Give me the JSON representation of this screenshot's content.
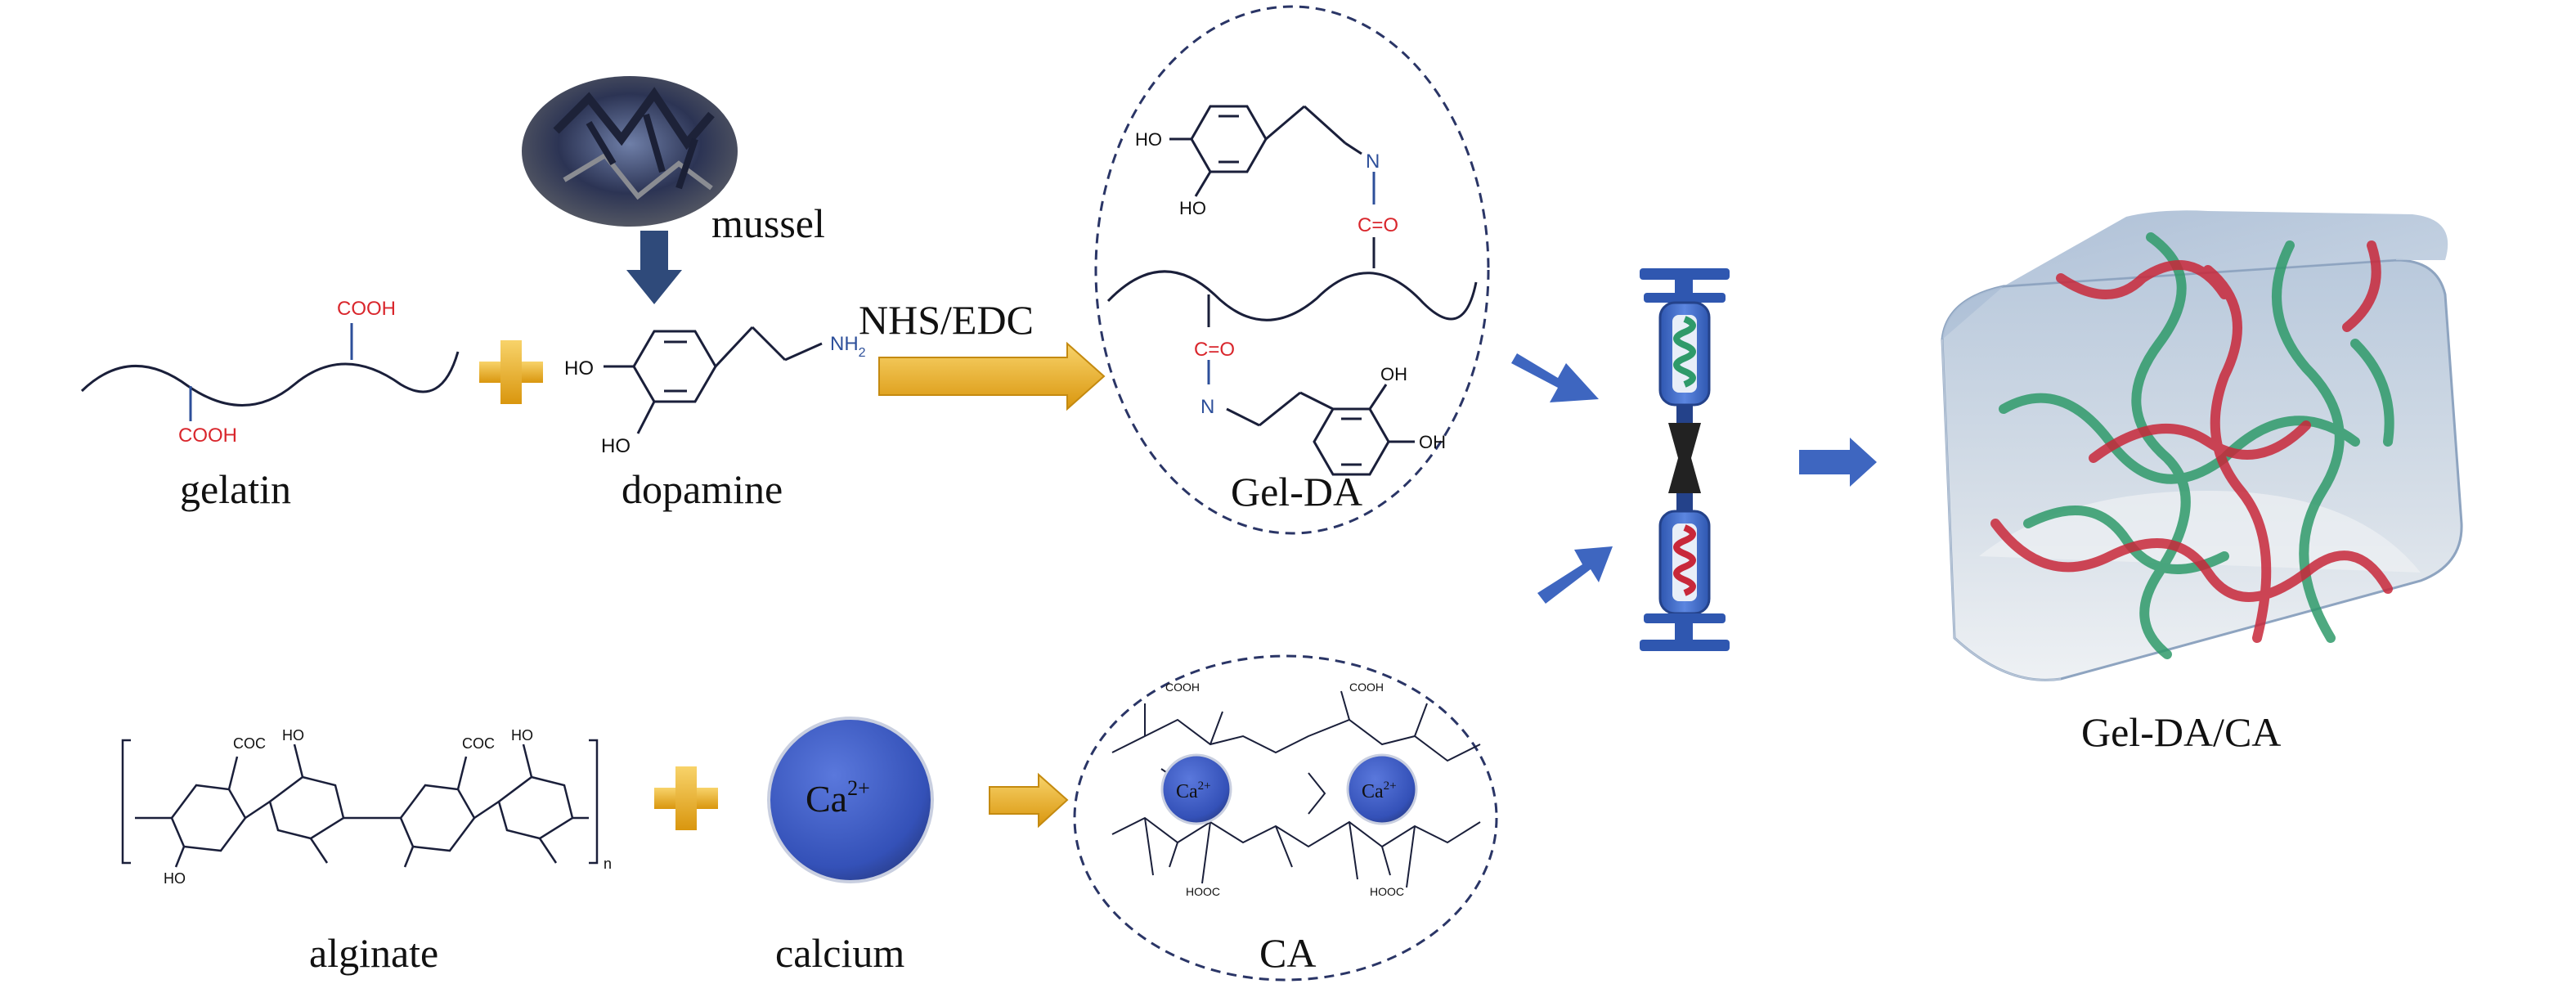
{
  "labels": {
    "mussel": "mussel",
    "gelatin": "gelatin",
    "dopamine": "dopamine",
    "nhs_edc": "NHS/EDC",
    "gel_da": "Gel-DA",
    "gel_da_ca": "Gel-DA/CA",
    "alginate": "alginate",
    "calcium": "calcium",
    "ca": "CA"
  },
  "chem": {
    "cooh": "COOH",
    "ho": "HO",
    "oh": "OH",
    "nh2": "NH",
    "nh2_sub": "2",
    "n": "N",
    "co": "C=O",
    "coc": "COC",
    "ooc": "HOOC",
    "n_sub": "n",
    "ca_ion": "Ca",
    "ca_sup": "2+"
  },
  "colors": {
    "arrow_gold": "#e8a916",
    "arrow_blue": "#3e66c0",
    "red_label": "#d9262c",
    "blue_label": "#2d4f9a",
    "calcium_blue": "#3a59c4",
    "gel_green": "#2f9a6a",
    "gel_red": "#c8283a"
  }
}
